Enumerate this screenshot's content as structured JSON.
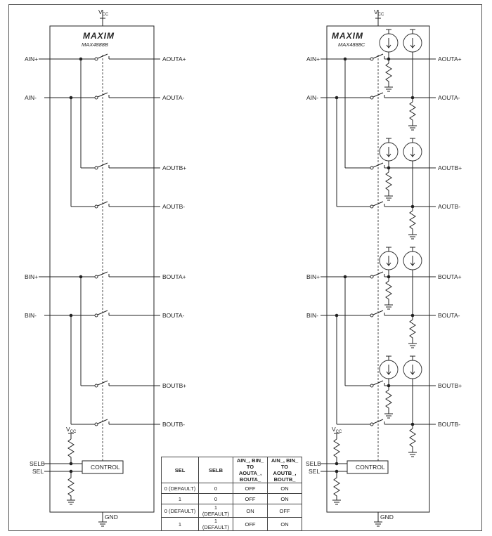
{
  "left_chip": {
    "vcc_label": "V",
    "vcc_sub": "CC",
    "logo": "MAXIM",
    "part": "MAX4888B",
    "gnd": "GND",
    "control": "CONTROL",
    "inputs": {
      "ain_plus": "AIN+",
      "ain_minus": "AIN-",
      "bin_plus": "BIN+",
      "bin_minus": "BIN-",
      "selb": "SELB",
      "sel": "SEL"
    },
    "outputs": {
      "aouta_plus": "AOUTA+",
      "aouta_minus": "AOUTA-",
      "aoutb_plus": "AOUTB+",
      "aoutb_minus": "AOUTB-",
      "bouta_plus": "BOUTA+",
      "bouta_minus": "BOUTA-",
      "boutb_plus": "BOUTB+",
      "boutb_minus": "BOUTB-"
    },
    "inner_vcc_label": "V",
    "inner_vcc_sub": "CC"
  },
  "right_chip": {
    "vcc_label": "V",
    "vcc_sub": "CC",
    "logo": "MAXIM",
    "part": "MAX4888C",
    "gnd": "GND",
    "control": "CONTROL",
    "inputs": {
      "ain_plus": "AIN+",
      "ain_minus": "AIN-",
      "bin_plus": "BIN+",
      "bin_minus": "BIN-",
      "selb": "SELB",
      "sel": "SEL"
    },
    "outputs": {
      "aouta_plus": "AOUTA+",
      "aouta_minus": "AOUTA-",
      "aoutb_plus": "AOUTB+",
      "aoutb_minus": "AOUTB-",
      "bouta_plus": "BOUTA+",
      "bouta_minus": "BOUTA-",
      "boutb_plus": "BOUTB+",
      "boutb_minus": "BOUTB-"
    },
    "inner_vcc_label": "V",
    "inner_vcc_sub": "CC"
  },
  "truth_table": {
    "headers": [
      "SEL",
      "SELB",
      "AIN_, BIN_ TO AOUTA_, BOUTA_",
      "AIN_, BIN_ TO AOUTB_, BOUTB_"
    ],
    "rows": [
      [
        "0 (DEFAULT)",
        "0",
        "OFF",
        "ON"
      ],
      [
        "1",
        "0",
        "OFF",
        "ON"
      ],
      [
        "0 (DEFAULT)",
        "1 (DEFAULT)",
        "ON",
        "OFF"
      ],
      [
        "1",
        "1 (DEFAULT)",
        "OFF",
        "ON"
      ]
    ]
  }
}
